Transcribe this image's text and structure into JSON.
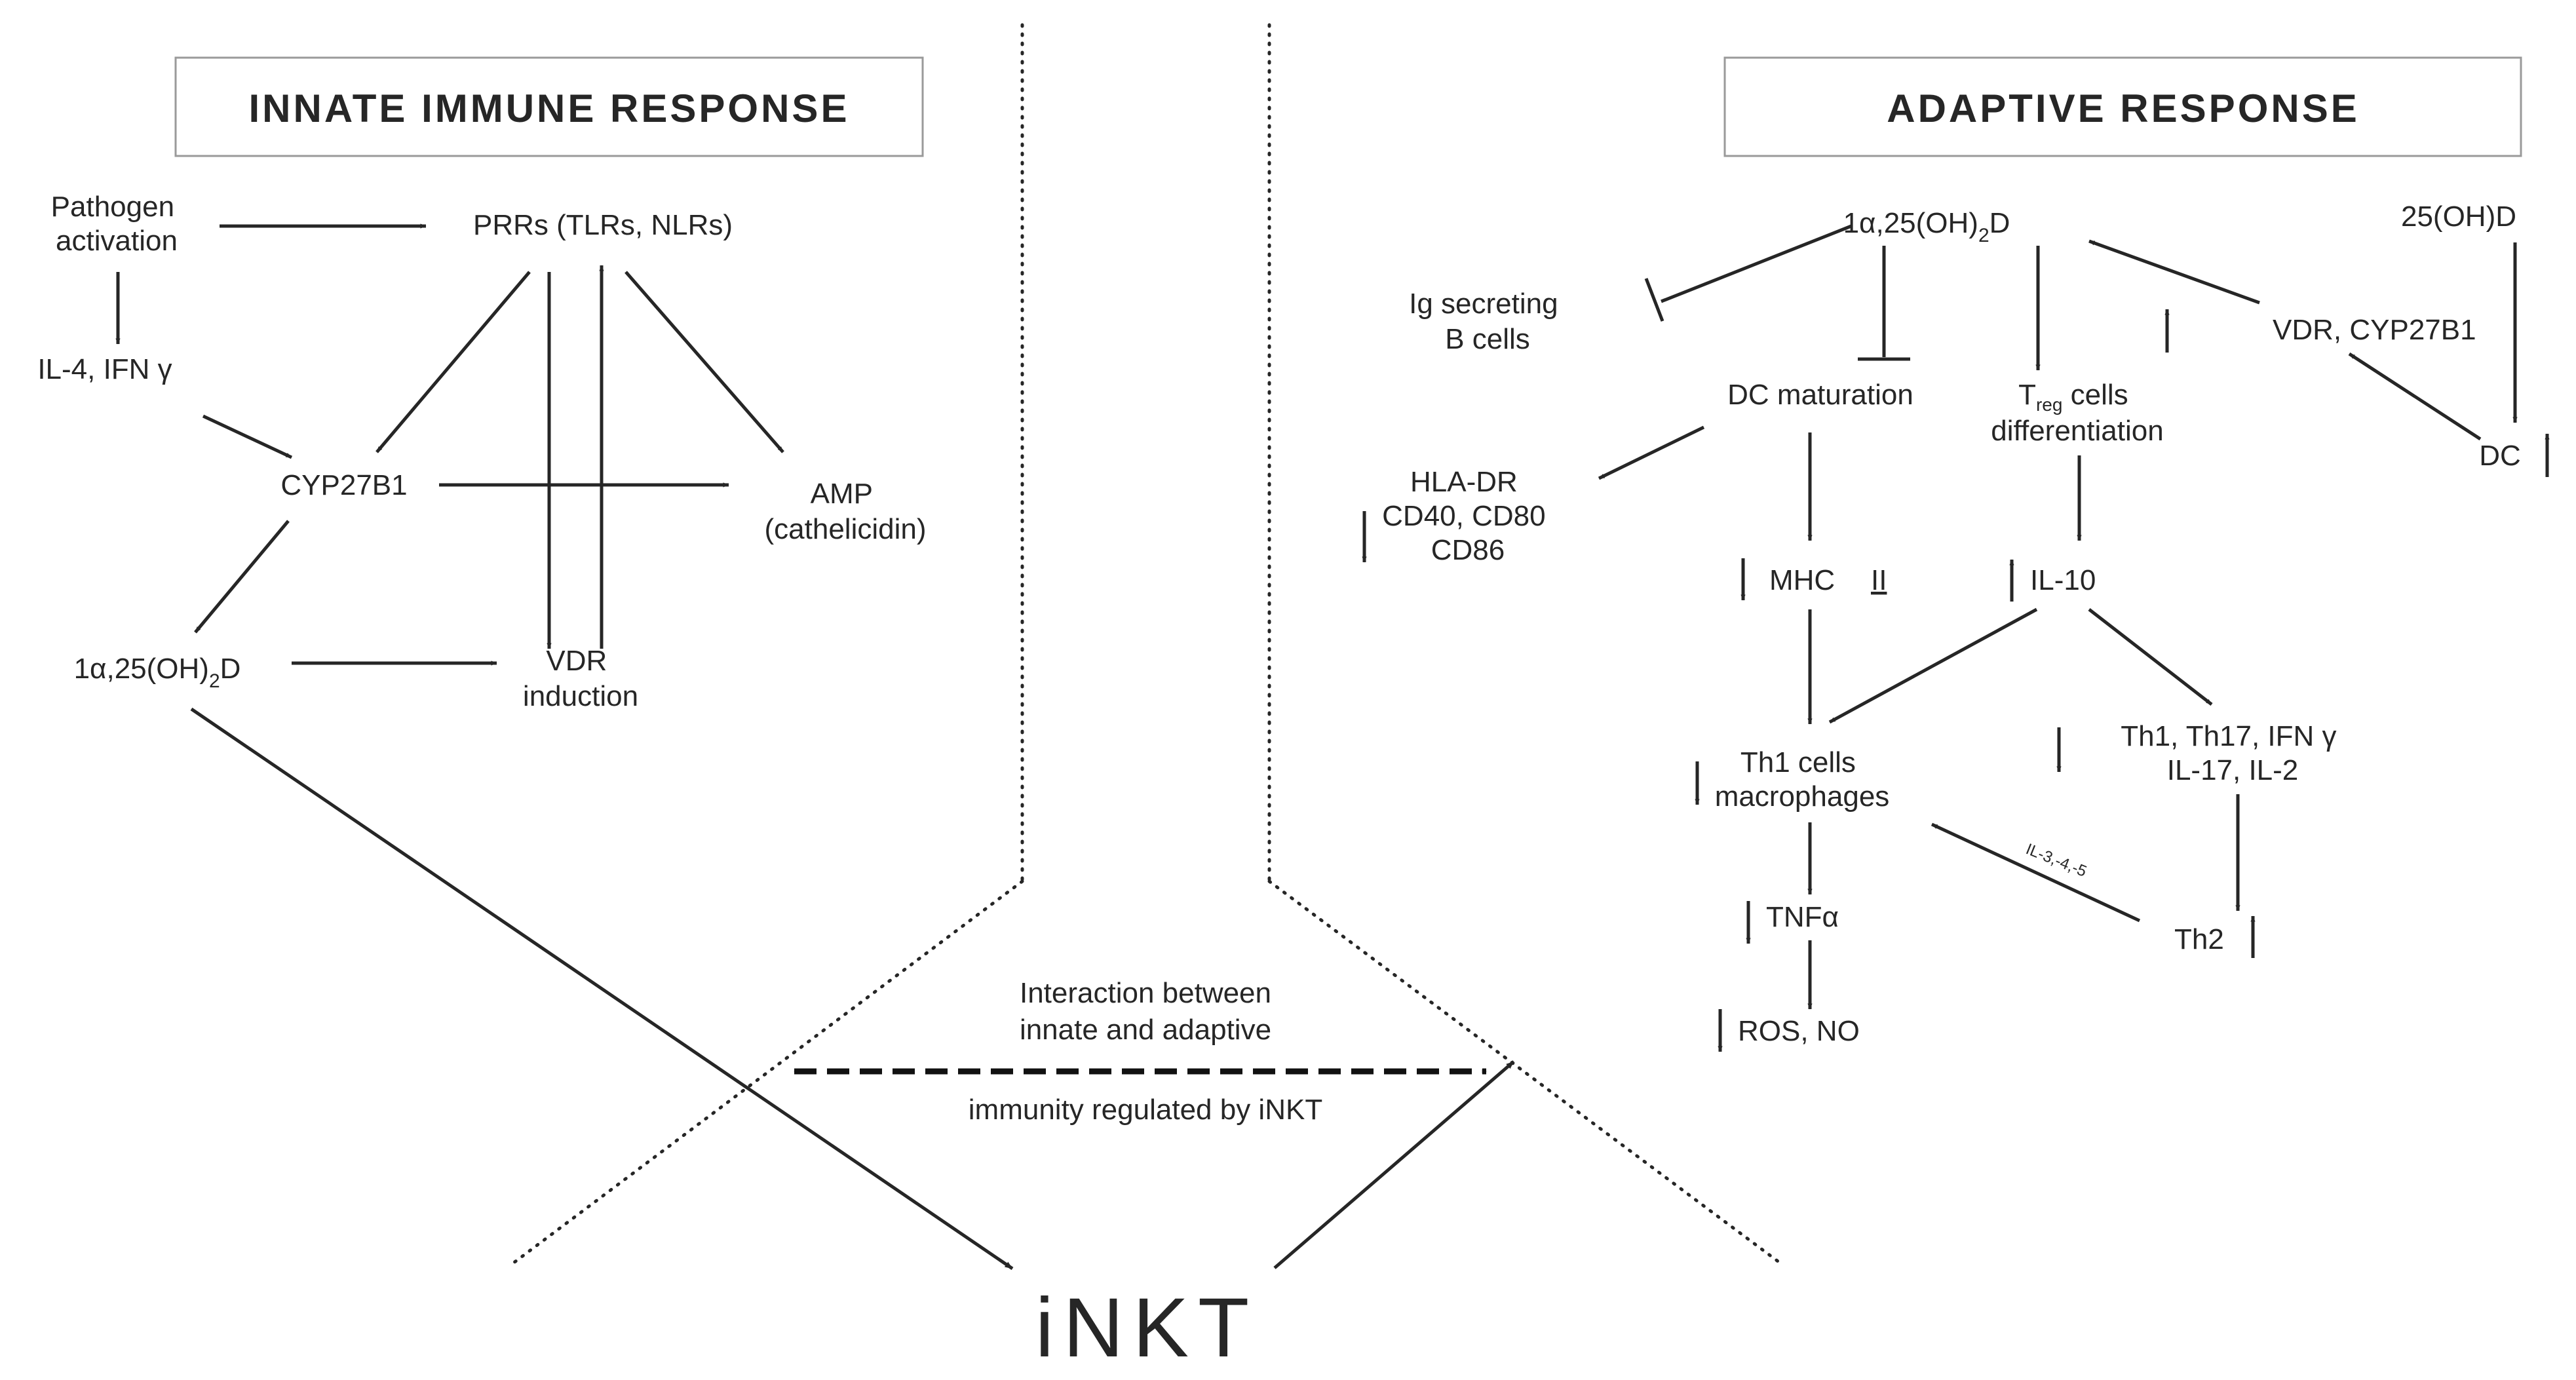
{
  "innate": {
    "title": "INNATE IMMUNE RESPONSE",
    "pathogen_line1": "Pathogen",
    "pathogen_line2": "activation",
    "prrs": "PRRs  (TLRs, NLRs)",
    "il4_ifn": "IL-4, IFN γ",
    "cyp27b1": "CYP27B1",
    "amp_line1": "AMP",
    "amp_line2": "(cathelicidin)",
    "calcitriol_prefix": "1α,25(OH)",
    "calcitriol_sub": "2",
    "calcitriol_suffix": "D",
    "vdr_line1": "VDR",
    "vdr_line2": "induction"
  },
  "adaptive": {
    "title": "ADAPTIVE RESPONSE",
    "calcitriol_prefix": "1α,25(OH)",
    "calcitriol_sub": "2",
    "calcitriol_suffix": "D",
    "hydroxy_d": "25(OH)D",
    "ig_line1": "Ig secreting",
    "ig_line2": "B cells",
    "vdr_cyp": "VDR, CYP27B1",
    "dc_maturation": "DC maturation",
    "treg_T": "T",
    "treg_sub": "reg",
    "treg_rest": " cells",
    "treg_line2": "differentiation",
    "dc": "DC",
    "hla_line1": "HLA-DR",
    "hla_line2": "CD40, CD80",
    "hla_line3": "CD86",
    "mhc": "MHC",
    "mhc_numeral": "II",
    "il10": "IL-10",
    "th1_line1": "Th1 cells",
    "th1_line2": "macrophages",
    "th17_line1": "Th1, Th17, IFN γ",
    "th17_line2": "IL-17, IL-2",
    "il345": "IL-3,-4,-5",
    "tnf": "TNFα",
    "th2": "Th2",
    "ros": "ROS, NO"
  },
  "interaction": {
    "line1": "Interaction between",
    "line2": "innate and adaptive",
    "line3": "immunity regulated by iNKT"
  },
  "inkt_label": "iNKT"
}
